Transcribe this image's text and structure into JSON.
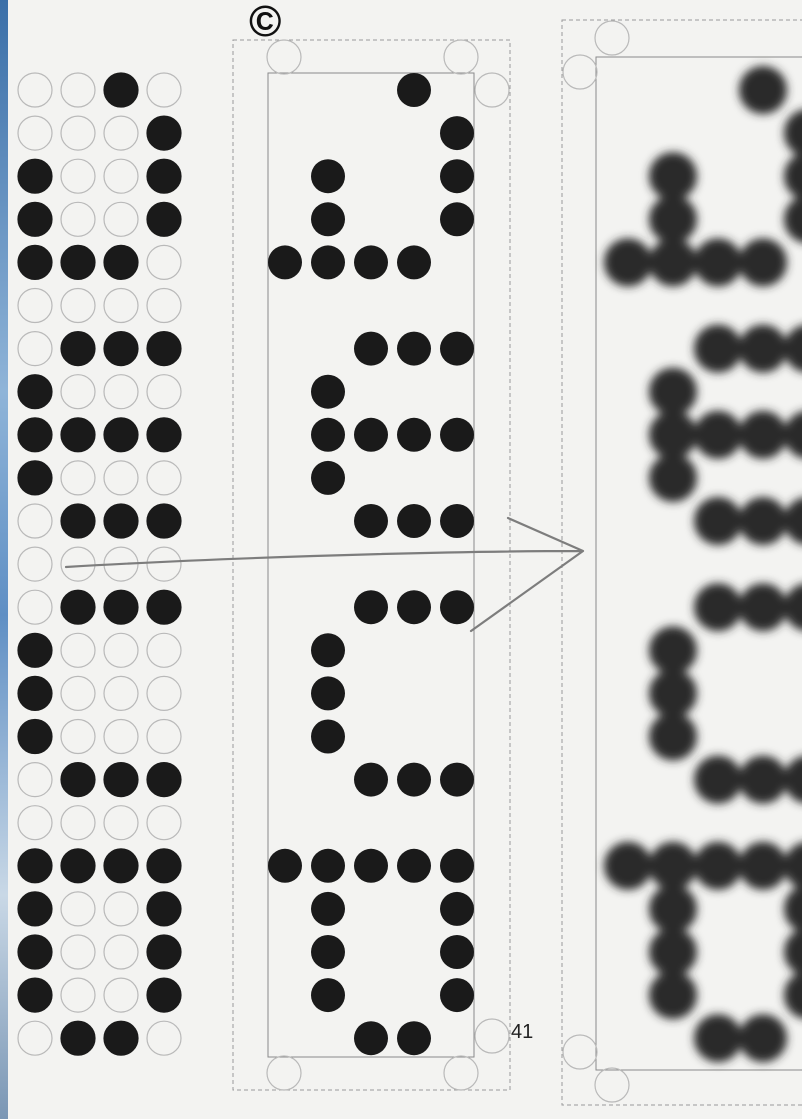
{
  "page": {
    "page_number": "41",
    "copyright_mark": "©"
  },
  "colors": {
    "paper": "#f3f3f1",
    "dot_filled": "#1a1a1a",
    "dot_empty_stroke": "#b9b9b9",
    "frame_dash": "#9a9a9a",
    "pencil_arrow": "#7d7d7d",
    "blurred_dot": "#2a2a2a"
  },
  "panels": {
    "left_grid": {
      "description_rows": [
        "0010",
        "0001",
        "1001",
        "1001",
        "1110",
        "0000",
        "0111",
        "1000",
        "1111",
        "1000",
        "0111",
        "0000",
        "0111",
        "1000",
        "1000",
        "1000",
        "0111",
        "0000",
        "1111",
        "1001",
        "1001",
        "1001",
        "0110"
      ]
    },
    "middle_grid": {
      "rows": [
        "00010",
        "00001",
        "01001",
        "01001",
        "11110",
        "00000",
        "00111",
        "01000",
        "01111",
        "01000",
        "00111",
        "00000",
        "00111",
        "01000",
        "01000",
        "01000",
        "00111",
        "00000",
        "11111",
        "01001",
        "01001",
        "01001",
        "00110"
      ]
    },
    "right_blur": {
      "rows": [
        "00010",
        "00001",
        "01001",
        "01001",
        "11110",
        "00000",
        "00111",
        "01000",
        "01111",
        "01000",
        "00111",
        "00000",
        "00111",
        "01000",
        "01000",
        "01000",
        "00111",
        "00000",
        "11111",
        "01001",
        "01001",
        "01001",
        "00110"
      ]
    }
  },
  "annotation": {
    "type": "hand-drawn arrow"
  }
}
